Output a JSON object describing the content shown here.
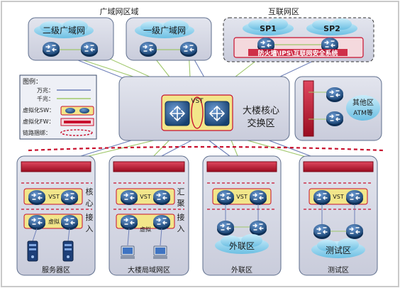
{
  "top": {
    "wan_zone_title": "广域网区域",
    "internet_zone_title": "互联网区",
    "wan1_label": "二级广域网",
    "wan2_label": "一级广域网",
    "sp1": "SP1",
    "sp2": "SP2",
    "firewall_label": "防火墙\\IPS\\互联网安全系统"
  },
  "legend": {
    "title": "图例：",
    "items": [
      "万兆：",
      "千兆：",
      "虚拟化SW：",
      "虚拟化FW：",
      "链路捆绑："
    ]
  },
  "core": {
    "vst": "VST",
    "line1": "大楼核心",
    "line2": "交换区"
  },
  "other": {
    "line1": "其他区",
    "line2": "ATM等"
  },
  "zones": [
    {
      "name": "服务器区",
      "vst": "VST",
      "virt": "虚拟",
      "side_label": [
        "核",
        "心",
        "接",
        "入"
      ]
    },
    {
      "name": "大楼局域网区",
      "vst": "VST",
      "virt": "虚拟",
      "side_label": [
        "汇",
        "聚",
        "接",
        "入"
      ]
    },
    {
      "name": "外联区",
      "vst": "VST",
      "cloud": "外联区"
    },
    {
      "name": "测试区",
      "vst": "VST",
      "cloud": "测试区"
    }
  ],
  "colors": {
    "frame": "#c9c9c9",
    "zone_fill": "#d9dbe6",
    "cloud": "#8fd0ec",
    "router": "#1e4f86",
    "link_10g": "#6d7fb8",
    "link_1g": "#9fc76a",
    "vst_fill": "#f2e68a",
    "red": "#c8102e"
  }
}
